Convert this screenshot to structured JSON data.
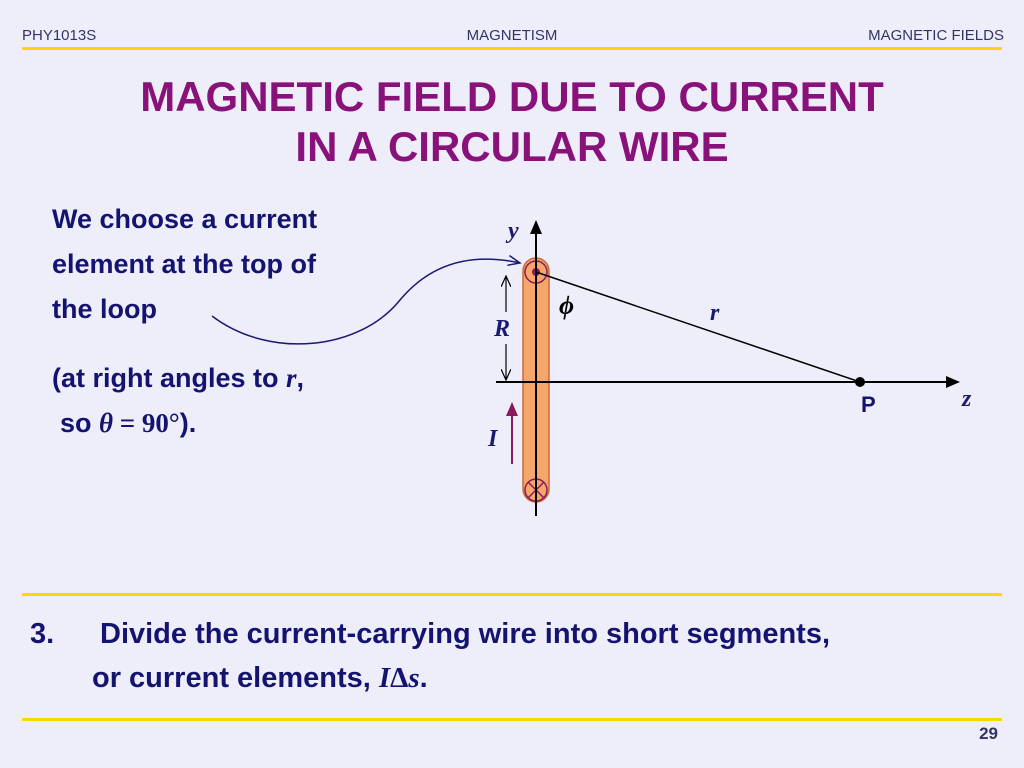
{
  "header": {
    "course": "PHY1013S",
    "topic": "MAGNETISM",
    "section": "MAGNETIC FIELDS"
  },
  "title": {
    "line1": "MAGNETIC FIELD DUE TO CURRENT",
    "line2": "IN A CIRCULAR WIRE"
  },
  "text": {
    "line1": "We choose a current",
    "line2": "element at the top of",
    "line3": "the loop",
    "note_prefix": "(at right angles to ",
    "note_r": "r",
    "note_comma": ",",
    "note_so": "so ",
    "note_theta": "θ",
    "note_eq": " = 90°",
    "note_close": ")."
  },
  "diagram": {
    "label_y": "y",
    "label_z": "z",
    "label_r": "r",
    "label_R": "R",
    "label_phi": "ϕ",
    "label_I": "I",
    "label_P": "P",
    "colors": {
      "wire_fill": "#f5a66a",
      "wire_stroke": "#c86a3c",
      "current_arrow": "#8a1a5a",
      "dot": "#8a1a5a"
    }
  },
  "point3": {
    "number": "3.",
    "text": "Divide the current-carrying wire into short segments,",
    "text2": "or current elements, ",
    "symbol_I": "I",
    "symbol_delta": "Δ",
    "symbol_s": "s",
    "period": "."
  },
  "page_number": "29"
}
